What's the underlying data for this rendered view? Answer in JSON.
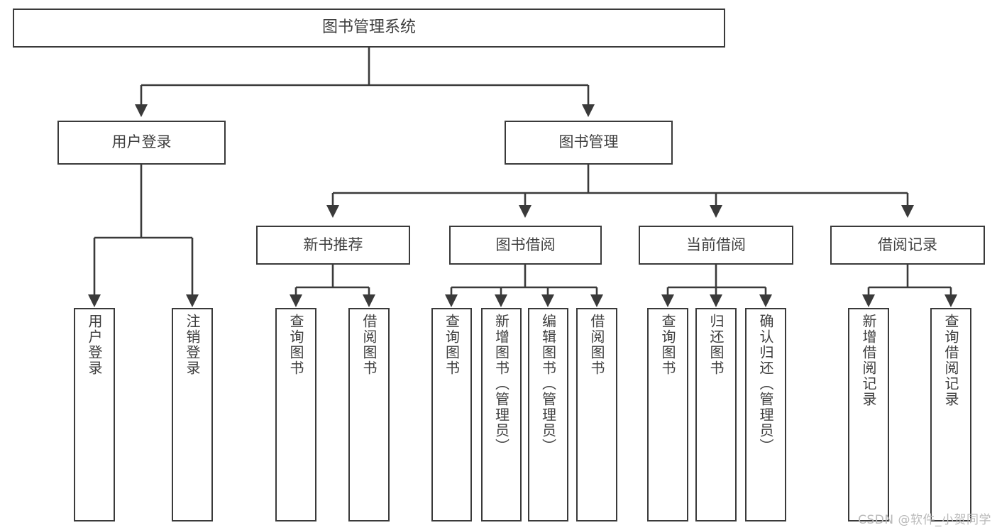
{
  "diagram": {
    "title": "图书管理系统",
    "type": "tree",
    "watermark": "CSDN @软件_小贺同学",
    "colors": {
      "stroke": "#3a3a3a",
      "fill": "#ffffff",
      "text": "#3f3f3f",
      "watermark": "#b9b9b9"
    },
    "root": {
      "label": "图书管理系统"
    },
    "level2": [
      {
        "label": "用户登录"
      },
      {
        "label": "图书管理"
      }
    ],
    "level3": [
      {
        "label": "新书推荐"
      },
      {
        "label": "图书借阅"
      },
      {
        "label": "当前借阅"
      },
      {
        "label": "借阅记录"
      }
    ],
    "leaves": {
      "user_login": [
        {
          "label": "用户登录"
        },
        {
          "label": "注销登录"
        }
      ],
      "new_book": [
        {
          "label": "查询图书"
        },
        {
          "label": "借阅图书"
        }
      ],
      "book_borrow": [
        {
          "label": "查询图书"
        },
        {
          "label": "新增图书（管理员）"
        },
        {
          "label": "编辑图书（管理员）"
        },
        {
          "label": "借阅图书"
        }
      ],
      "current_borrow": [
        {
          "label": "查询图书"
        },
        {
          "label": "归还图书"
        },
        {
          "label": "确认归还（管理员）"
        }
      ],
      "borrow_record": [
        {
          "label": "新增借阅记录"
        },
        {
          "label": "查询借阅记录"
        }
      ]
    }
  }
}
